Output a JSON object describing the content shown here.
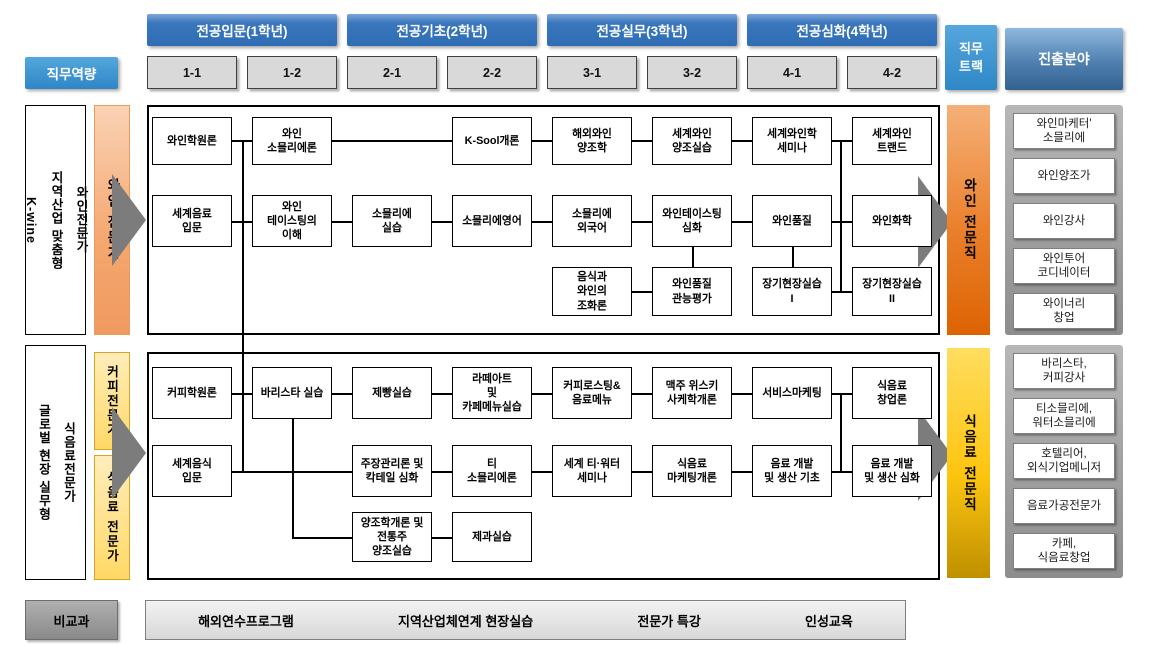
{
  "header": {
    "competency_label": "직무역량",
    "years": [
      "전공입문(1학년)",
      "전공기초(2학년)",
      "전공실무(3학년)",
      "전공심화(4학년)"
    ],
    "semesters": [
      "1-1",
      "1-2",
      "2-1",
      "2-2",
      "3-1",
      "3-2",
      "4-1",
      "4-2"
    ],
    "track_label": "직무\n트랙",
    "field_label": "진출분야"
  },
  "wine_section": {
    "group_label": "와인전문가\n지역산업 맞춤형\nK-wine",
    "competency": "와인 전문가",
    "track": "와인 전문직",
    "courses": [
      {
        "label": "와인학원론",
        "col": 1,
        "row": 1
      },
      {
        "label": "와인\n소믈리에론",
        "col": 2,
        "row": 1
      },
      {
        "label": "K-Sool개론",
        "col": 4,
        "row": 1
      },
      {
        "label": "해외와인\n양조학",
        "col": 5,
        "row": 1
      },
      {
        "label": "세계와인\n양조실습",
        "col": 6,
        "row": 1
      },
      {
        "label": "세계와인학\n세미나",
        "col": 7,
        "row": 1
      },
      {
        "label": "세계와인\n트랜드",
        "col": 8,
        "row": 1
      },
      {
        "label": "세계음료\n입문",
        "col": 1,
        "row": 2
      },
      {
        "label": "와인\n테이스팅의\n이해",
        "col": 2,
        "row": 2
      },
      {
        "label": "소믈리에\n실습",
        "col": 3,
        "row": 2
      },
      {
        "label": "소믈리에영어",
        "col": 4,
        "row": 2
      },
      {
        "label": "소믈리에\n외국어",
        "col": 5,
        "row": 2
      },
      {
        "label": "와인테이스팅\n심화",
        "col": 6,
        "row": 2
      },
      {
        "label": "와인품질",
        "col": 7,
        "row": 2
      },
      {
        "label": "와인화학",
        "col": 8,
        "row": 2
      },
      {
        "label": "음식과\n와인의\n조화론",
        "col": 5,
        "row": 3
      },
      {
        "label": "와인품질\n관능평가",
        "col": 6,
        "row": 3
      },
      {
        "label": "장기현장실습\nI",
        "col": 7,
        "row": 3
      },
      {
        "label": "장기현장실습\nII",
        "col": 8,
        "row": 3
      }
    ],
    "careers": [
      "와인마케터'\n소믈리에",
      "와인양조가",
      "와인강사",
      "와인투어\n코디네이터",
      "와이너리\n창업"
    ]
  },
  "food_section": {
    "group_label": "식음료전문가\n글로벌 현장 실무형",
    "competencies": [
      "커피전문가",
      "식음료 전문가"
    ],
    "track": "식음료 전문직",
    "courses": [
      {
        "label": "커피학원론",
        "col": 1,
        "row": 1
      },
      {
        "label": "바리스타 실습",
        "col": 2,
        "row": 1
      },
      {
        "label": "제빵실습",
        "col": 3,
        "row": 1
      },
      {
        "label": "라떼아트\n및\n카페메뉴실습",
        "col": 4,
        "row": 1
      },
      {
        "label": "커피로스팅&\n음료메뉴",
        "col": 5,
        "row": 1
      },
      {
        "label": "맥주 위스키\n사케학개론",
        "col": 6,
        "row": 1
      },
      {
        "label": "서비스마케팅",
        "col": 7,
        "row": 1
      },
      {
        "label": "식음료\n창업론",
        "col": 8,
        "row": 1
      },
      {
        "label": "세계음식\n입문",
        "col": 1,
        "row": 2
      },
      {
        "label": "주장관리론 및\n칵테일 심화",
        "col": 3,
        "row": 2
      },
      {
        "label": "티\n소믈리에론",
        "col": 4,
        "row": 2
      },
      {
        "label": "세계 티·워터\n세미나",
        "col": 5,
        "row": 2
      },
      {
        "label": "식음료\n마케팅개론",
        "col": 6,
        "row": 2
      },
      {
        "label": "음료 개발\n및 생산 기초",
        "col": 7,
        "row": 2
      },
      {
        "label": "음료 개발\n및 생산 심화",
        "col": 8,
        "row": 2
      },
      {
        "label": "양조학개론 및\n전통주\n양조실습",
        "col": 3,
        "row": 3
      },
      {
        "label": "제과실습",
        "col": 4,
        "row": 3
      }
    ],
    "careers": [
      "바리스타,\n커피강사",
      "티소믈리에,\n워터소믈리에",
      "호텔리어,\n외식기업메니저",
      "음료가공전문가",
      "카페,\n식음료창업"
    ]
  },
  "extracurricular": {
    "label": "비교과",
    "items": [
      "해외연수프로그램",
      "지역산업체연계 현장실습",
      "전문가 특강",
      "인성교육"
    ]
  },
  "colors": {
    "header_blue": "#2e6cb4",
    "light_blue": "#3f97d3",
    "field_blue_gradient_top": "#8fb8de",
    "wine_bar_orange": "#f4a76e",
    "wine_track_orange": "#e9740f",
    "coffee_yellow": "#ffd966",
    "food_track_gold": "#fec50f",
    "arrow_gray": "#7c7c7c",
    "career_panel_gray": "#9d9d9d",
    "semester_gray": "#d9d9d9"
  }
}
